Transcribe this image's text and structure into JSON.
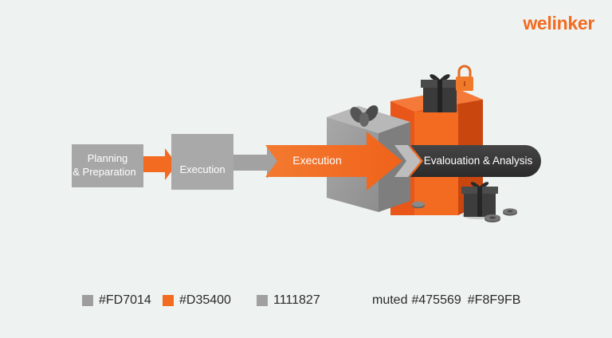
{
  "brand": {
    "name": "welinker",
    "color": "#F26B21"
  },
  "flow": {
    "step1": {
      "line1": "Planning",
      "line2": "& Preparation"
    },
    "step2": "Execution",
    "step3": "Execution",
    "step4": "Evalouation & Analysis"
  },
  "legend": {
    "item1": "#FD7014",
    "item2": "#D35400",
    "item3": "1111827",
    "item4_prefix": "muted",
    "item4_code": "#475569",
    "item5": "#F8F9FB"
  },
  "colors": {
    "orange": "#F26B21",
    "dark_orange": "#D35400",
    "gray": "#9E9E9E",
    "dark_gray": "#3A3A3A",
    "pill": "#333333",
    "background": "#EEF3F2"
  }
}
